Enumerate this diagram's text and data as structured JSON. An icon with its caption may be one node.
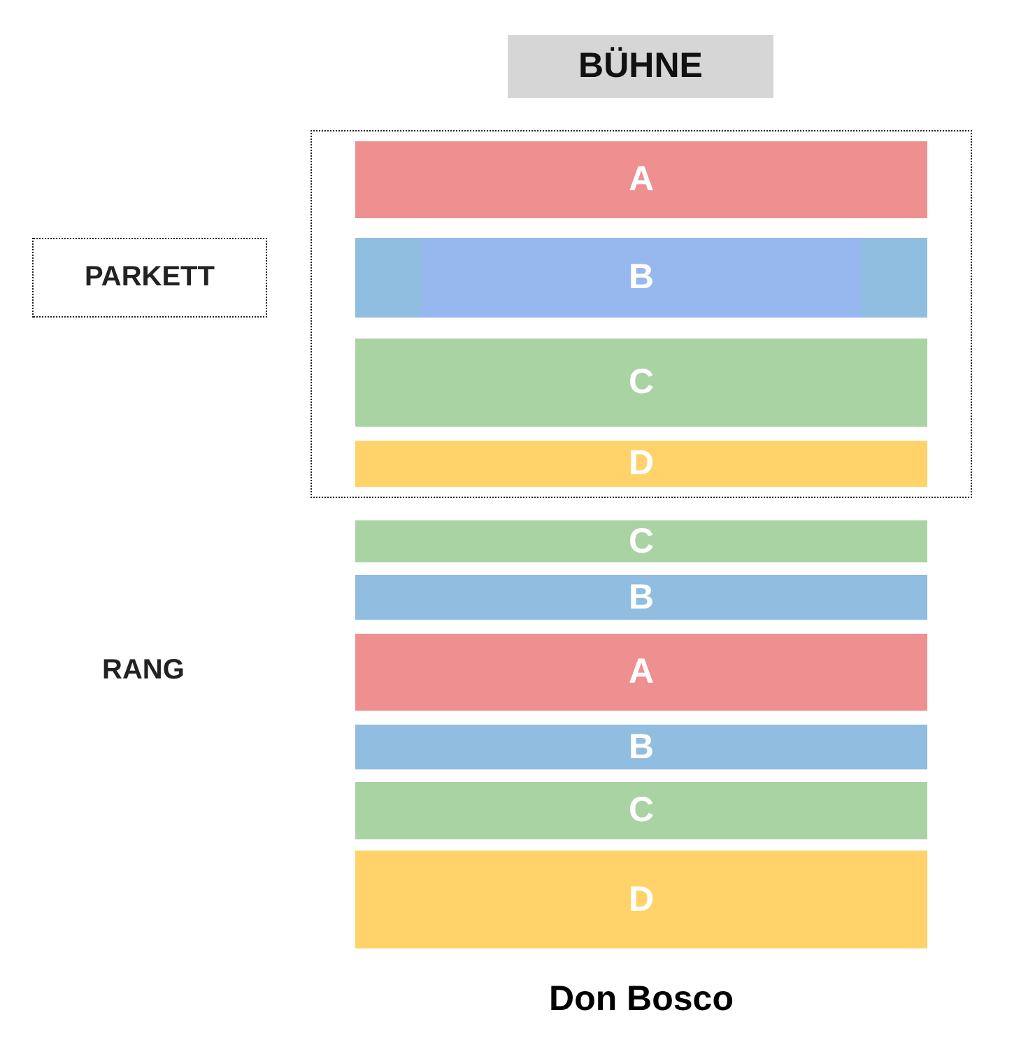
{
  "diagram": {
    "caption": "Don Bosco",
    "nodes": [
      {
        "text": [
          "BÜHNE"
        ]
      },
      {
        "text": [],
        "shape": "box"
      },
      {
        "text": [
          "A"
        ],
        "in": 1
      },
      {
        "text": [
          "B"
        ],
        "in": 1
      },
      {
        "text": [
          "C"
        ],
        "in": 1
      },
      {
        "text": [
          "D"
        ],
        "in": 1
      },
      {
        "text": [
          "PARKETT"
        ]
      },
      {
        "text": [
          "C"
        ]
      },
      {
        "text": [
          "B"
        ]
      },
      {
        "text": [
          "A"
        ]
      },
      {
        "text": [
          "B"
        ]
      },
      {
        "text": [
          "C"
        ]
      },
      {
        "text": [
          "D"
        ]
      }
    ],
    "labels": [
      "RANG"
    ]
  }
}
